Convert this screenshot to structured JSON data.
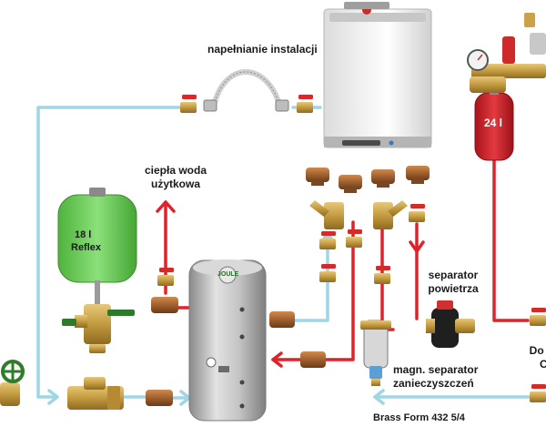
{
  "labels": {
    "filling": "napełnianie instalacji",
    "dhw_line1": "ciepła woda",
    "dhw_line2": "użytkowa",
    "separator_line1": "separator",
    "separator_line2": "powietrza",
    "magnetic_line1": "magn. separator",
    "magnetic_line2": "zanieczyszczeń",
    "brass_form": "Brass Form 432 5/4",
    "co_line1": "Do inst",
    "co_line2": "CO",
    "vessel_18_line1": "18 l",
    "vessel_18_line2": "Reflex",
    "vessel_24": "24 l",
    "cylinder_logo": "JOULE"
  },
  "colors": {
    "hot_pipe": "#e0222a",
    "cold_pipe": "#9fd6e6",
    "green_vessel": "#6fce5a",
    "red_vessel": "#d41f2a",
    "brass": "#c9a24a",
    "copper_fitting": "#a0612f",
    "cylinder": "#bcbcbc"
  }
}
